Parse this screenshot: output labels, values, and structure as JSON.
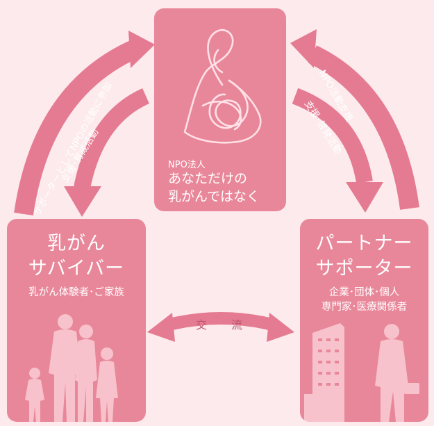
{
  "colors": {
    "background": "#fdeaec",
    "box": "#e9879a",
    "arrow": "#e57b92",
    "silhouette": "#f7c2cb",
    "text_on_box": "#ffffff",
    "exchange_text": "#c0566e"
  },
  "npo": {
    "small_label": "NPO法人",
    "name_line1": "あなただけの",
    "name_line2": "乳がんではなく",
    "logo_icon": "ribbon-figure-logo-icon"
  },
  "survivor": {
    "title_line1": "乳がん",
    "title_line2": "サバイバー",
    "subtitle": "乳がん体験者･ご家族",
    "image_icon": "family-silhouette-icon"
  },
  "partner": {
    "title_line1": "パートナー",
    "title_line2": "サポーター",
    "subtitle_line1": "企業･団体･個人",
    "subtitle_line2": "専門家･医療関係者",
    "image_icon": "building-businessman-silhouette-icon"
  },
  "arrows": {
    "left_outer_label": "サポーターとしてNPOの活動に参加",
    "left_inner_label": "支援･育成活動",
    "right_outer_label": "NPO活動支援",
    "right_inner_label": "支援･啓発活動",
    "bottom_label_1": "交",
    "bottom_label_2": "流"
  }
}
